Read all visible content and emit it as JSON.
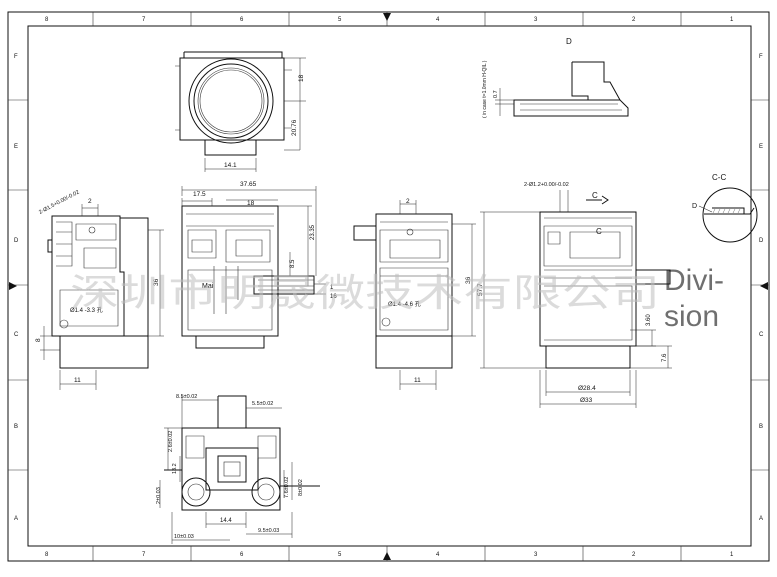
{
  "border": {
    "top_zones": [
      "8",
      "7",
      "6",
      "5",
      "4",
      "3",
      "2",
      "1"
    ],
    "side_zones": [
      "F",
      "E",
      "D",
      "C",
      "B",
      "A"
    ]
  },
  "views": {
    "top": {
      "dims": [
        "18",
        "20.76",
        "14.1"
      ]
    },
    "front_left": {
      "dims": [
        "2",
        "2-Ø1.5+0.00/-0.02",
        "36",
        "8",
        "11",
        "Ø1.4 -3.3 孔"
      ]
    },
    "front_mid": {
      "dims": [
        "17.5",
        "18",
        "37.65",
        "23.35",
        "8.5",
        "1",
        "16"
      ],
      "label": "Mai"
    },
    "front_right": {
      "dims": [
        "2",
        "36",
        "Ø1.4 -4.6 孔",
        "11"
      ]
    },
    "side": {
      "dims": [
        "2-Ø1.2+0.00/-0.02",
        "57.7",
        "3.60",
        "7.6",
        "Ø28.4",
        "Ø33"
      ],
      "label_c": "C",
      "label_c2": "C"
    },
    "detail_d": {
      "title": "D",
      "note": "( in case t=1.0mm H-QIL )",
      "dims": [
        "0.7"
      ]
    },
    "section_cc": {
      "title": "C-C",
      "label": "D"
    },
    "bottom": {
      "dims": [
        "8.5±0.02",
        "5.5±0.02",
        "2.6±0.02",
        "13.2",
        "2±0.03",
        "7.6±0.02",
        "8±0.02",
        "14.4",
        "10±0.03",
        "9.5±0.03"
      ]
    }
  },
  "watermark": {
    "chinese": "深圳市明晟微技术有限公司",
    "brand_1": "Divi-",
    "brand_2": "sion"
  }
}
